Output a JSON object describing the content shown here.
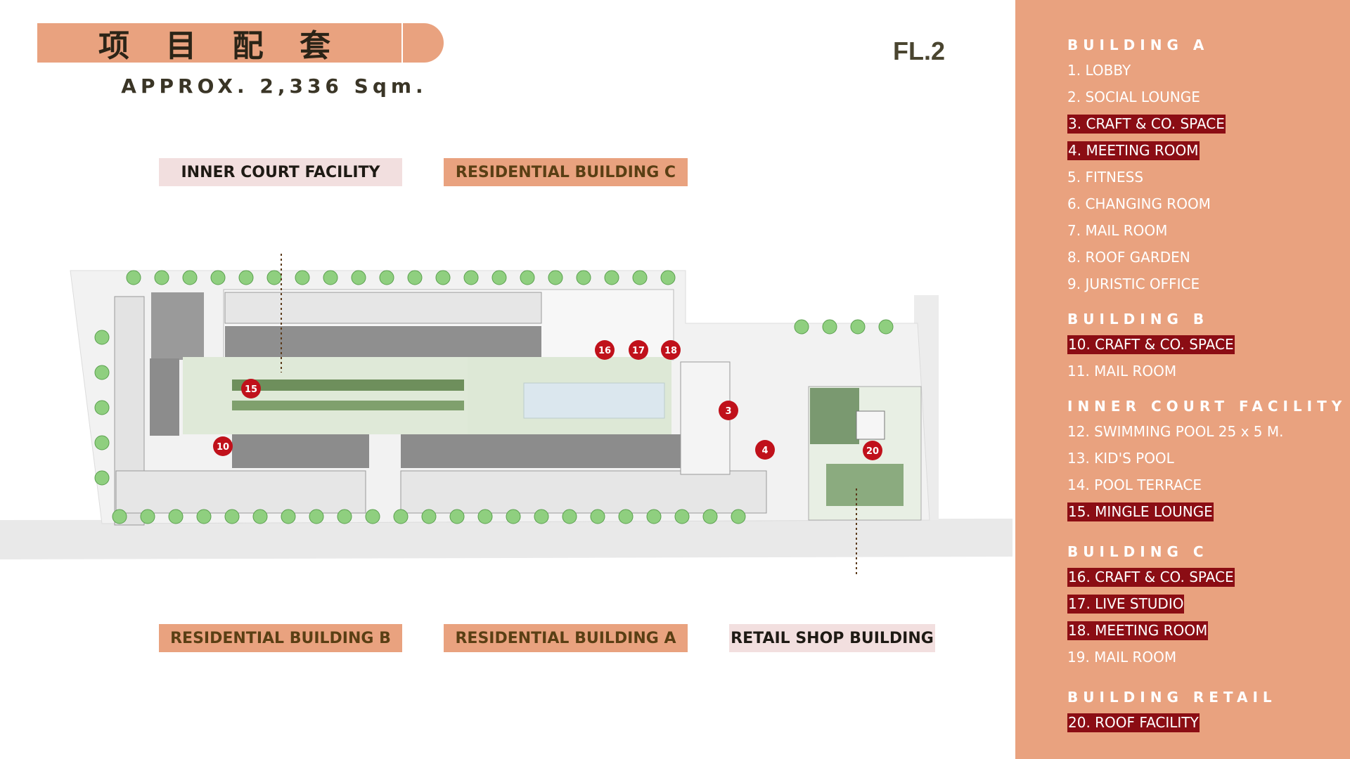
{
  "header": {
    "title": "项 目 配 套",
    "area": "APPROX. 2,336 Sqm.",
    "floor": "FL.2"
  },
  "labels": {
    "inner_court": "INNER COURT FACILITY",
    "building_c": "RESIDENTIAL BUILDING  C",
    "building_b": "RESIDENTIAL BUILDING  B",
    "building_a": "RESIDENTIAL BUILDING  A",
    "retail": "RETAIL SHOP BUILDING"
  },
  "markers": [
    "3",
    "4",
    "10",
    "15",
    "16",
    "17",
    "18",
    "20"
  ],
  "legend": {
    "sections": [
      {
        "title": "BUILDING A",
        "items": [
          {
            "text": "1. LOBBY",
            "highlight": false
          },
          {
            "text": "2. SOCIAL LOUNGE",
            "highlight": false
          },
          {
            "text": "3. CRAFT & CO. SPACE",
            "highlight": true
          },
          {
            "text": "4. MEETING ROOM",
            "highlight": true
          },
          {
            "text": "5. FITNESS",
            "highlight": false
          },
          {
            "text": "6. CHANGING ROOM",
            "highlight": false
          },
          {
            "text": "7. MAIL ROOM",
            "highlight": false
          },
          {
            "text": "8. ROOF GARDEN",
            "highlight": false
          },
          {
            "text": "9. JURISTIC OFFICE",
            "highlight": false
          }
        ]
      },
      {
        "title": "BUILDING B",
        "items": [
          {
            "text": "10. CRAFT & CO. SPACE",
            "highlight": true
          },
          {
            "text": "11. MAIL ROOM",
            "highlight": false
          }
        ]
      },
      {
        "title": "INNER COURT FACILITY",
        "items": [
          {
            "text": "12. SWIMMING POOL  25 x 5 M.",
            "highlight": false
          },
          {
            "text": "13. KID'S POOL",
            "highlight": false
          },
          {
            "text": "14. POOL TERRACE",
            "highlight": false
          },
          {
            "text": "15. MINGLE LOUNGE",
            "highlight": true
          }
        ]
      },
      {
        "title": "BUILDING C",
        "items": [
          {
            "text": "16. CRAFT & CO. SPACE",
            "highlight": true
          },
          {
            "text": "17. LIVE STUDIO",
            "highlight": true
          },
          {
            "text": "18. MEETING ROOM",
            "highlight": true
          },
          {
            "text": "19. MAIL ROOM",
            "highlight": false
          }
        ]
      },
      {
        "title": "BUILDING RETAIL",
        "items": [
          {
            "text": "20. ROOF FACILITY",
            "highlight": true
          }
        ]
      }
    ]
  },
  "colors": {
    "accent": "#e9a27f",
    "highlight": "#8b0d14",
    "marker": "#c0111b",
    "label_pink": "#f2dfdf"
  }
}
